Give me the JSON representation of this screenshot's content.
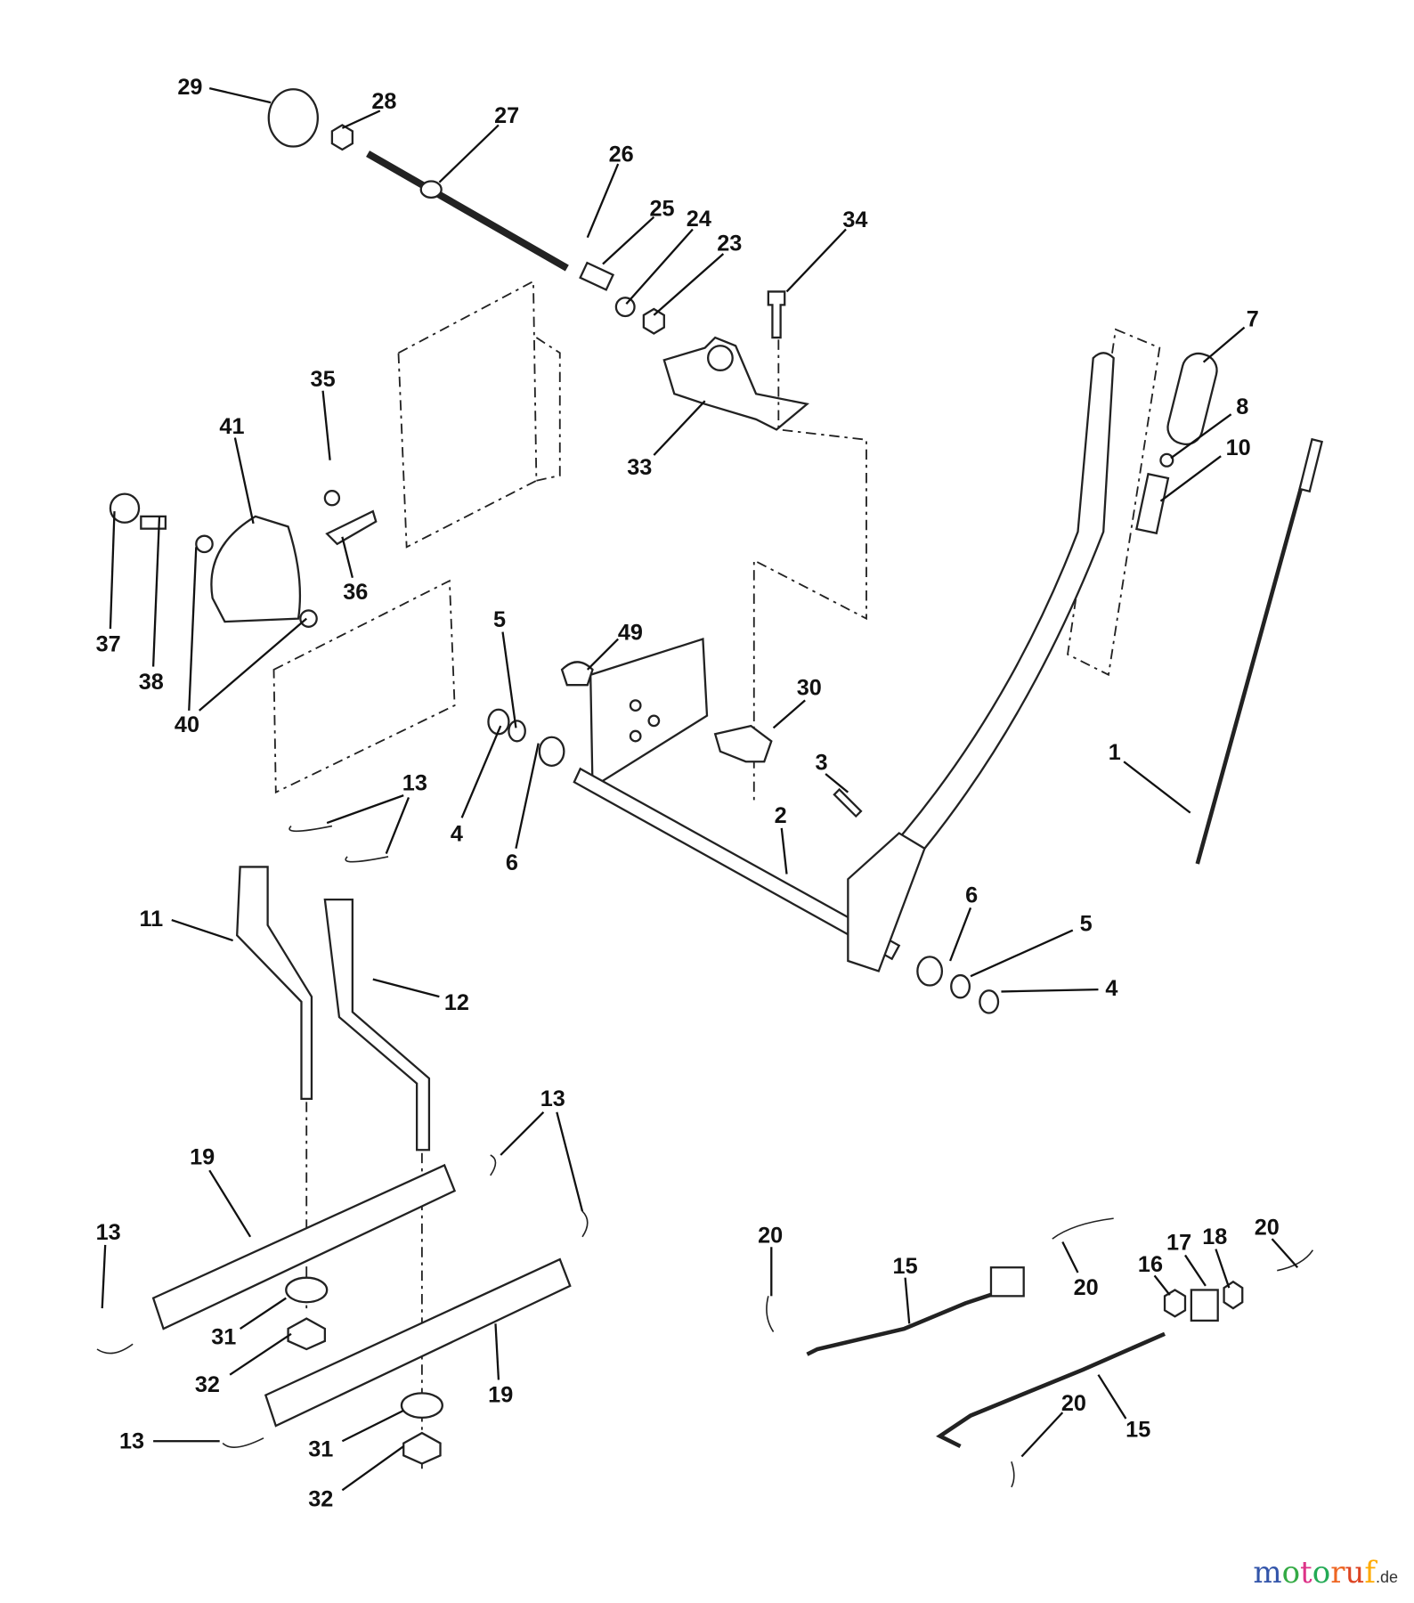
{
  "callouts": [
    "29",
    "28",
    "27",
    "26",
    "25",
    "24",
    "23",
    "34",
    "7",
    "8",
    "10",
    "35",
    "41",
    "33",
    "37",
    "38",
    "40",
    "36",
    "5",
    "49",
    "30",
    "3",
    "1",
    "4",
    "6",
    "2",
    "13",
    "11",
    "12",
    "6",
    "5",
    "4",
    "13",
    "19",
    "13",
    "20",
    "15",
    "20",
    "17",
    "18",
    "20",
    "16",
    "31",
    "32",
    "19",
    "13",
    "20",
    "15",
    "31",
    "32"
  ],
  "watermark": {
    "text": "motoruf",
    "suffix": ".de",
    "colors": [
      "#3355aa",
      "#33aa44",
      "#dd3388",
      "#22aa55",
      "#ee6622",
      "#dd4422",
      "#ffaa00"
    ]
  }
}
